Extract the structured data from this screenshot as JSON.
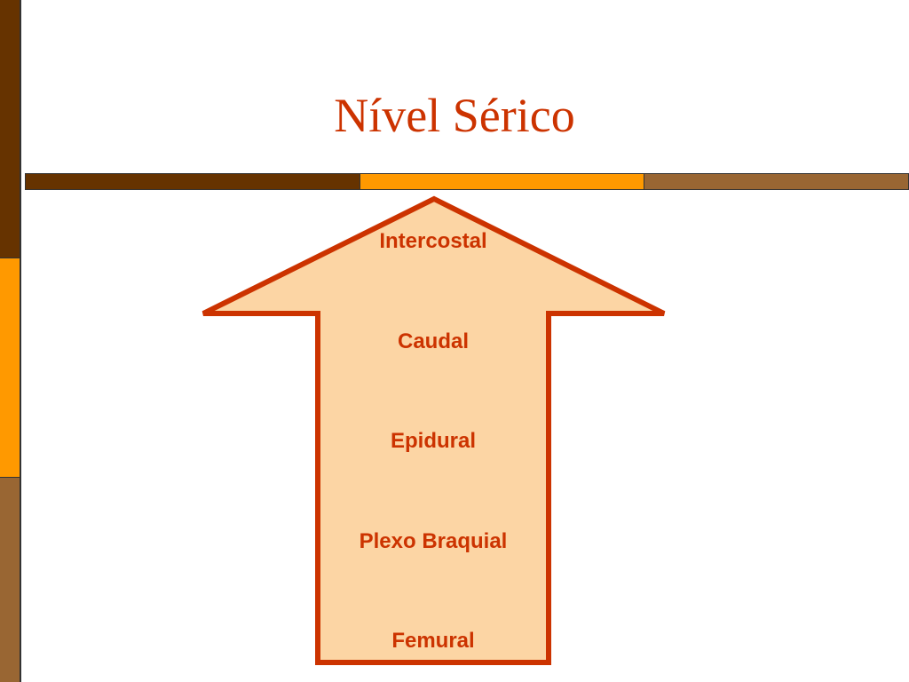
{
  "slide": {
    "title": "Nível Sérico",
    "levels": [
      "Intercostal",
      "Caudal",
      "Epidural",
      "Plexo Braquial",
      "Femural"
    ]
  },
  "colors": {
    "title": "#cc3300",
    "label": "#cc3300",
    "arrow_fill": "#fcd5a4",
    "arrow_stroke": "#cc3300",
    "bar_dark_brown": "#663300",
    "bar_orange": "#ff9900",
    "bar_light_brown": "#996633"
  },
  "icons": {
    "arrow": "up-arrow-icon"
  }
}
